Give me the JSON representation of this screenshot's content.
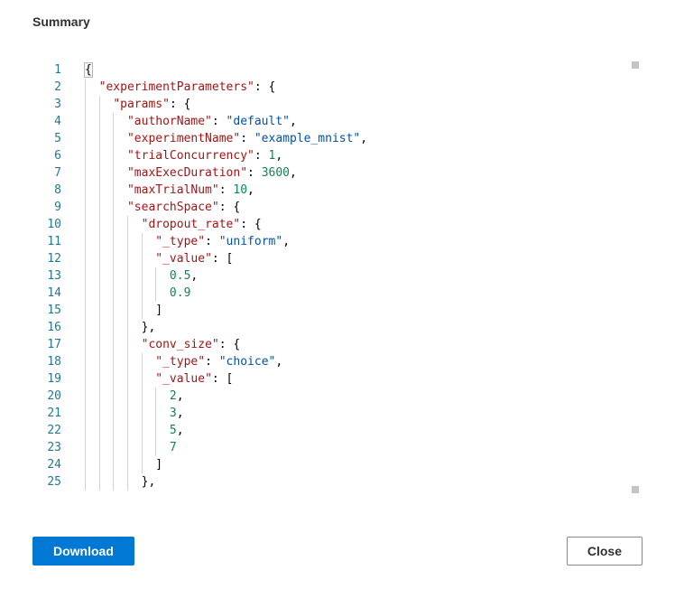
{
  "title": "Summary",
  "buttons": {
    "download": "Download",
    "close": "Close"
  },
  "colors": {
    "key": "#a31515",
    "string_value": "#0451a5",
    "number": "#098658",
    "punctuation": "#000000",
    "line_number": "#237893",
    "indent_guide": "#d3d3d3",
    "bracket_match_border": "#b9b9b9",
    "primary_button": "#0078d4"
  },
  "editor": {
    "language": "json",
    "lines": [
      {
        "n": 1,
        "lvl": 0,
        "tokens": [
          [
            "b",
            "{"
          ]
        ]
      },
      {
        "n": 2,
        "lvl": 1,
        "tokens": [
          [
            "w",
            "  "
          ],
          [
            "k",
            "\"experimentParameters\""
          ],
          [
            "p",
            ": {"
          ]
        ]
      },
      {
        "n": 3,
        "lvl": 2,
        "tokens": [
          [
            "w",
            "    "
          ],
          [
            "k",
            "\"params\""
          ],
          [
            "p",
            ": {"
          ]
        ]
      },
      {
        "n": 4,
        "lvl": 3,
        "tokens": [
          [
            "w",
            "      "
          ],
          [
            "k",
            "\"authorName\""
          ],
          [
            "p",
            ": "
          ],
          [
            "s",
            "\"default\""
          ],
          [
            "p",
            ","
          ]
        ]
      },
      {
        "n": 5,
        "lvl": 3,
        "tokens": [
          [
            "w",
            "      "
          ],
          [
            "k",
            "\"experimentName\""
          ],
          [
            "p",
            ": "
          ],
          [
            "s",
            "\"example_mnist\""
          ],
          [
            "p",
            ","
          ]
        ]
      },
      {
        "n": 6,
        "lvl": 3,
        "tokens": [
          [
            "w",
            "      "
          ],
          [
            "k",
            "\"trialConcurrency\""
          ],
          [
            "p",
            ": "
          ],
          [
            "n",
            "1"
          ],
          [
            "p",
            ","
          ]
        ]
      },
      {
        "n": 7,
        "lvl": 3,
        "tokens": [
          [
            "w",
            "      "
          ],
          [
            "k",
            "\"maxExecDuration\""
          ],
          [
            "p",
            ": "
          ],
          [
            "n",
            "3600"
          ],
          [
            "p",
            ","
          ]
        ]
      },
      {
        "n": 8,
        "lvl": 3,
        "tokens": [
          [
            "w",
            "      "
          ],
          [
            "k",
            "\"maxTrialNum\""
          ],
          [
            "p",
            ": "
          ],
          [
            "n",
            "10"
          ],
          [
            "p",
            ","
          ]
        ]
      },
      {
        "n": 9,
        "lvl": 3,
        "tokens": [
          [
            "w",
            "      "
          ],
          [
            "k",
            "\"searchSpace\""
          ],
          [
            "p",
            ": {"
          ]
        ]
      },
      {
        "n": 10,
        "lvl": 4,
        "tokens": [
          [
            "w",
            "        "
          ],
          [
            "k",
            "\"dropout_rate\""
          ],
          [
            "p",
            ": {"
          ]
        ]
      },
      {
        "n": 11,
        "lvl": 5,
        "tokens": [
          [
            "w",
            "          "
          ],
          [
            "k",
            "\"_type\""
          ],
          [
            "p",
            ": "
          ],
          [
            "s",
            "\"uniform\""
          ],
          [
            "p",
            ","
          ]
        ]
      },
      {
        "n": 12,
        "lvl": 5,
        "tokens": [
          [
            "w",
            "          "
          ],
          [
            "k",
            "\"_value\""
          ],
          [
            "p",
            ": ["
          ]
        ]
      },
      {
        "n": 13,
        "lvl": 6,
        "tokens": [
          [
            "w",
            "            "
          ],
          [
            "n",
            "0.5"
          ],
          [
            "p",
            ","
          ]
        ]
      },
      {
        "n": 14,
        "lvl": 6,
        "tokens": [
          [
            "w",
            "            "
          ],
          [
            "n",
            "0.9"
          ]
        ]
      },
      {
        "n": 15,
        "lvl": 5,
        "tokens": [
          [
            "w",
            "          "
          ],
          [
            "p",
            "]"
          ]
        ]
      },
      {
        "n": 16,
        "lvl": 4,
        "tokens": [
          [
            "w",
            "        "
          ],
          [
            "p",
            "},"
          ]
        ]
      },
      {
        "n": 17,
        "lvl": 4,
        "tokens": [
          [
            "w",
            "        "
          ],
          [
            "k",
            "\"conv_size\""
          ],
          [
            "p",
            ": {"
          ]
        ]
      },
      {
        "n": 18,
        "lvl": 5,
        "tokens": [
          [
            "w",
            "          "
          ],
          [
            "k",
            "\"_type\""
          ],
          [
            "p",
            ": "
          ],
          [
            "s",
            "\"choice\""
          ],
          [
            "p",
            ","
          ]
        ]
      },
      {
        "n": 19,
        "lvl": 5,
        "tokens": [
          [
            "w",
            "          "
          ],
          [
            "k",
            "\"_value\""
          ],
          [
            "p",
            ": ["
          ]
        ]
      },
      {
        "n": 20,
        "lvl": 6,
        "tokens": [
          [
            "w",
            "            "
          ],
          [
            "n",
            "2"
          ],
          [
            "p",
            ","
          ]
        ]
      },
      {
        "n": 21,
        "lvl": 6,
        "tokens": [
          [
            "w",
            "            "
          ],
          [
            "n",
            "3"
          ],
          [
            "p",
            ","
          ]
        ]
      },
      {
        "n": 22,
        "lvl": 6,
        "tokens": [
          [
            "w",
            "            "
          ],
          [
            "n",
            "5"
          ],
          [
            "p",
            ","
          ]
        ]
      },
      {
        "n": 23,
        "lvl": 6,
        "tokens": [
          [
            "w",
            "            "
          ],
          [
            "n",
            "7"
          ]
        ]
      },
      {
        "n": 24,
        "lvl": 5,
        "tokens": [
          [
            "w",
            "          "
          ],
          [
            "p",
            "]"
          ]
        ]
      },
      {
        "n": 25,
        "lvl": 4,
        "tokens": [
          [
            "w",
            "        "
          ],
          [
            "p",
            "},"
          ]
        ]
      }
    ]
  }
}
